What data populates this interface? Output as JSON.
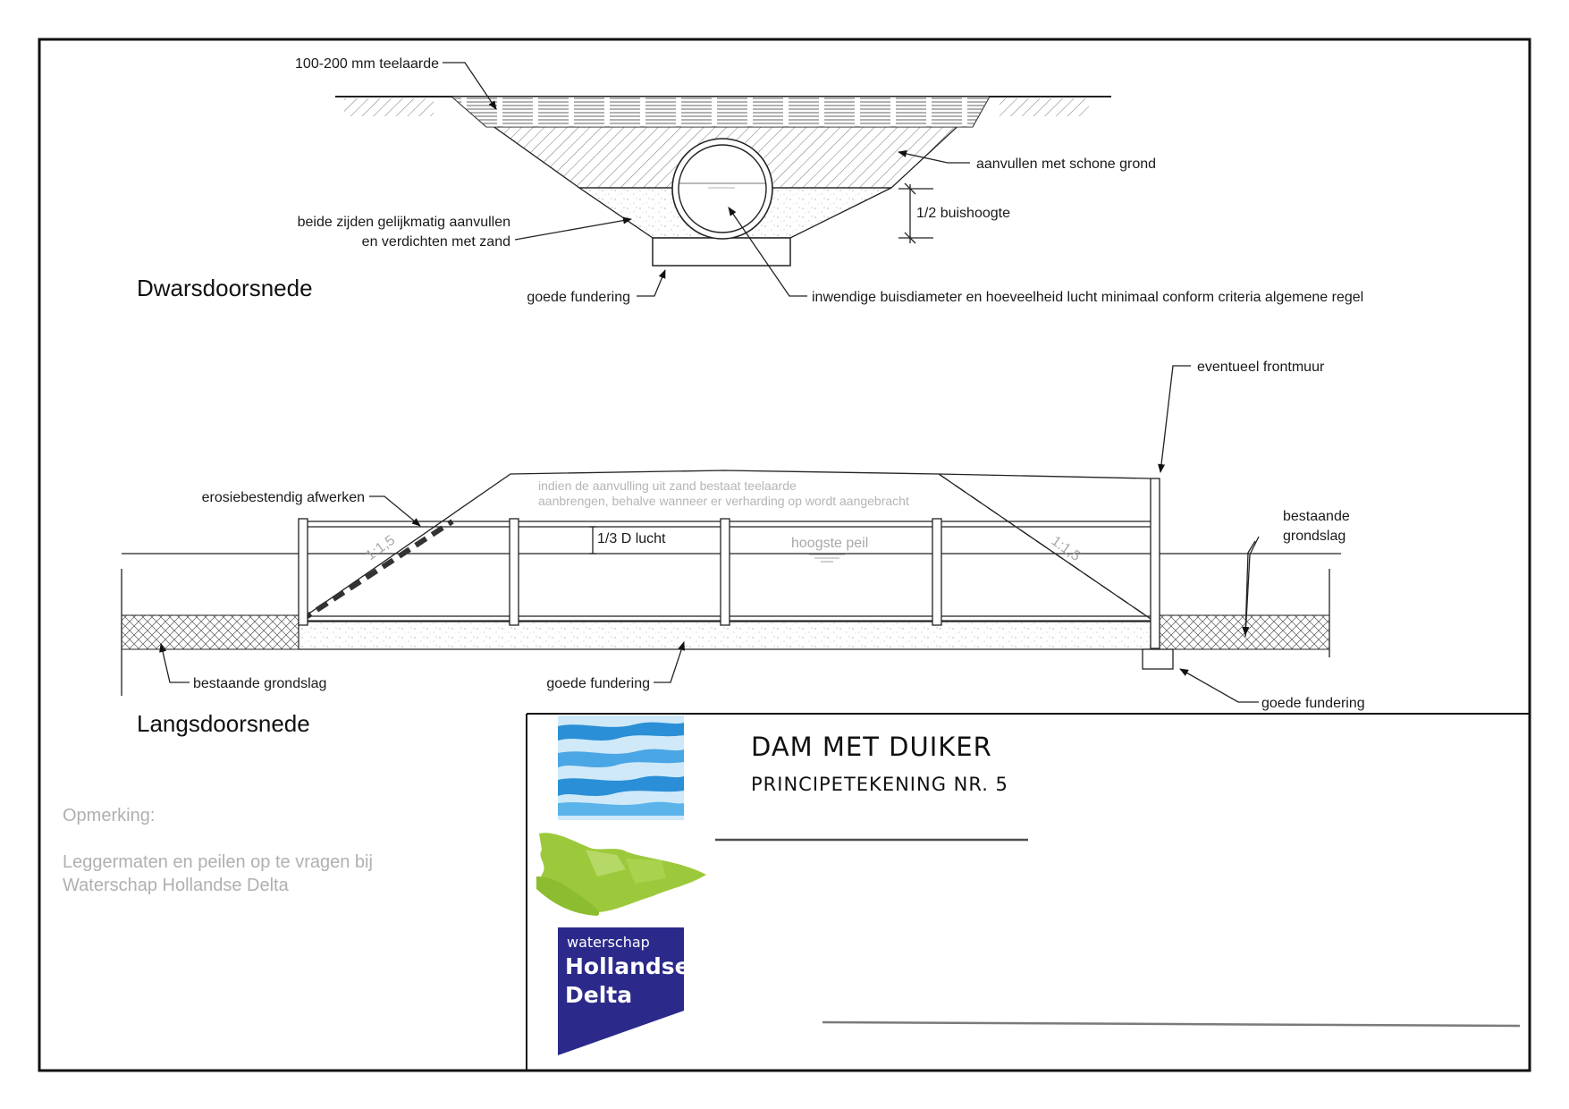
{
  "cross_section": {
    "title": "Dwarsdoorsnede",
    "labels": {
      "topsoil": "100-200 mm teelaarde",
      "backfill_clean": "aanvullen met schone grond",
      "half_pipe": "1/2 buishoogte",
      "both_sides_line1": "beide zijden gelijkmatig aanvullen",
      "both_sides_line2": "en verdichten met zand",
      "foundation": "goede fundering",
      "inner_diameter": "inwendige buisdiameter en hoeveelheid lucht minimaal conform criteria algemene regel"
    }
  },
  "long_section": {
    "title": "Langsdoorsnede",
    "labels": {
      "front_wall": "eventueel frontmuur",
      "erosion": "erosiebestendig afwerken",
      "sand_note_line1": "indien de aanvulling uit zand bestaat  teelaarde",
      "sand_note_line2": "aanbrengen, behalve wanneer er verharding op wordt aangebracht",
      "air": "1/3 D lucht",
      "highest_level": "hoogste peil",
      "slope_left": "1:1,5",
      "slope_right": "1:1,5",
      "existing_right_line1": "bestaande",
      "existing_right_line2": "grondslag",
      "existing_left": "bestaande grondslag",
      "foundation_mid": "goede fundering",
      "foundation_right": "goede fundering"
    }
  },
  "remark": {
    "heading": "Opmerking:",
    "line1": "Leggermaten  en peilen op te vragen bij",
    "line2": "Waterschap Hollandse Delta"
  },
  "title_block": {
    "title": "DAM MET DUIKER",
    "subtitle": "PRINCIPETEKENING NR. 5"
  },
  "logo": {
    "line1": "waterschap",
    "line2": "Hollandse",
    "line3": "Delta",
    "colors": {
      "water": "#2a8fd6",
      "land": "#9cc93b",
      "brand": "#2b2a8a"
    }
  }
}
